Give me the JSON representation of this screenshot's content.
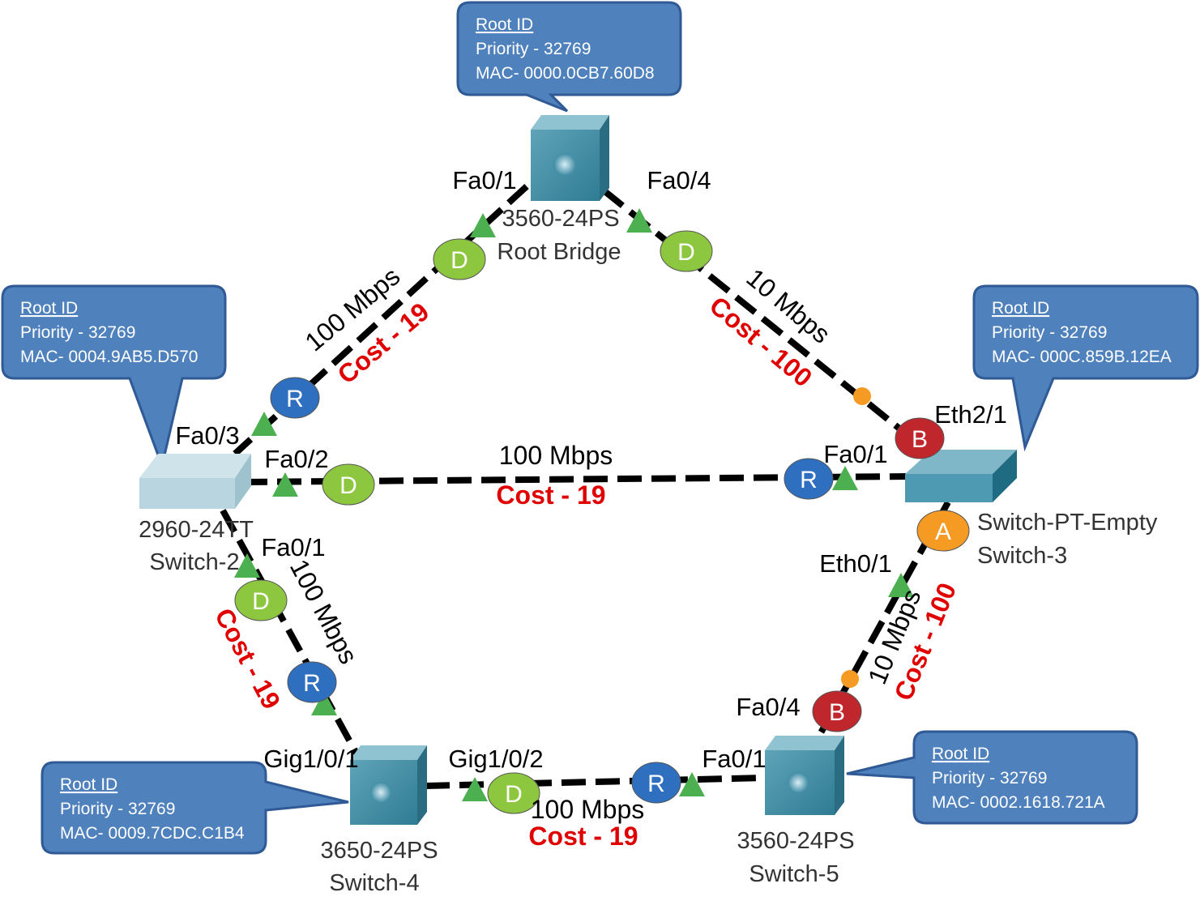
{
  "colors": {
    "callout": "#4f81bd",
    "callout_border": "#2f5a96",
    "designated": "#8dc63f",
    "root_port": "#2e6fc0",
    "blocking": "#c0272d",
    "alternate": "#f59a23",
    "forwarding": "#4caf50",
    "cost": "#e00000"
  },
  "callouts": [
    {
      "heading": "Root ID",
      "priority": "Priority - 32769",
      "mac": "MAC- 0000.0CB7.60D8"
    },
    {
      "heading": "Root ID",
      "priority": "Priority - 32769",
      "mac": "MAC- 0004.9AB5.D570"
    },
    {
      "heading": "Root ID",
      "priority": "Priority - 32769",
      "mac": "MAC- 000C.859B.12EA"
    },
    {
      "heading": "Root ID",
      "priority": "Priority - 32769",
      "mac": "MAC- 0009.7CDC.C1B4"
    },
    {
      "heading": "Root ID",
      "priority": "Priority - 32769",
      "mac": "MAC- 0002.1618.721A"
    }
  ],
  "devices": [
    {
      "model": "3560-24PS",
      "name": "Root Bridge",
      "icon": "multilayer-switch-icon"
    },
    {
      "model": "2960-24TT",
      "name": "Switch-2",
      "icon": "switch-icon"
    },
    {
      "model": "Switch-PT-Empty",
      "name": "Switch-3",
      "icon": "switch-icon"
    },
    {
      "model": "3650-24PS",
      "name": "Switch-4",
      "icon": "multilayer-switch-icon"
    },
    {
      "model": "3560-24PS",
      "name": "Switch-5",
      "icon": "multilayer-switch-icon"
    }
  ],
  "ports": [
    "Fa0/1",
    "Fa0/4",
    "Fa0/3",
    "Fa0/2",
    "Fa0/1",
    "Eth2/1",
    "Fa0/1",
    "Eth0/1",
    "Fa0/4",
    "Gig1/0/1",
    "Gig1/0/2",
    "Fa0/1"
  ],
  "links": [
    {
      "speed": "100 Mbps",
      "cost": "Cost - 19"
    },
    {
      "speed": "10 Mbps",
      "cost": "Cost - 100"
    },
    {
      "speed": "100 Mbps",
      "cost": "Cost - 19"
    },
    {
      "speed": "100 Mbps",
      "cost": "Cost - 19"
    },
    {
      "speed": "100 Mbps",
      "cost": "Cost - 19"
    },
    {
      "speed": "10 Mbps",
      "cost": "Cost - 100"
    }
  ],
  "port_roles": [
    "D",
    "D",
    "R",
    "B",
    "D",
    "R",
    "A",
    "D",
    "R",
    "B",
    "D",
    "R"
  ]
}
